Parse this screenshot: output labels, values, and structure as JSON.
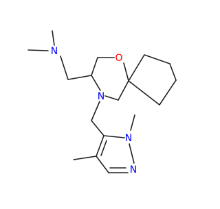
{
  "molecule": {
    "atom_labels": {
      "amine_n": "N",
      "ring_o": "O",
      "ring_n": "N",
      "pyrazole_n_methyl": "N",
      "pyrazole_n": "N"
    },
    "colors": {
      "bond": "#222222",
      "oxygen": "#ff0000",
      "nitrogen": "#0000ff",
      "background": "#ffffff"
    }
  }
}
